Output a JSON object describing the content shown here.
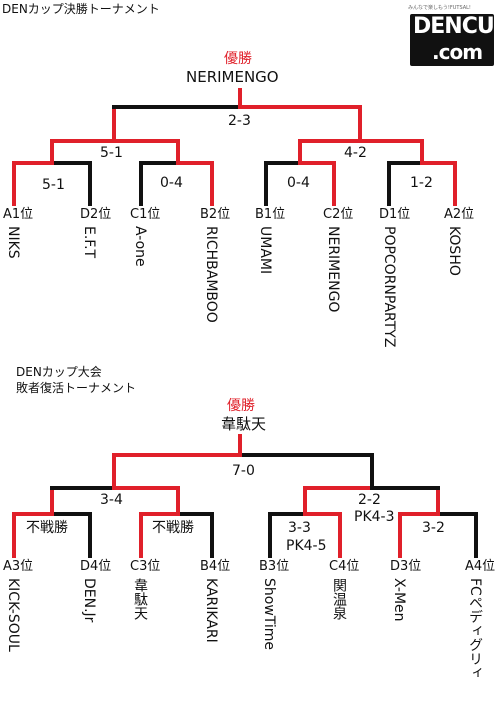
{
  "header": {
    "title": "DENカップ決勝トーナメント",
    "logo_tagline": "みんなで楽しもう!FUTSAL!",
    "logo_line1": "DENCUP",
    "logo_line2": ".com"
  },
  "final_bracket": {
    "winner_label": "優勝",
    "champion": "NERIMENGO",
    "scores": {
      "final": "2-3",
      "semi_left": "5-1",
      "semi_right": "4-2",
      "qf1": "5-1",
      "qf2": "0-4",
      "qf3": "0-4",
      "qf4": "1-2"
    },
    "teams": [
      {
        "seed": "A1位",
        "name": "NIKS"
      },
      {
        "seed": "D2位",
        "name": "E.F.T"
      },
      {
        "seed": "C1位",
        "name": "A-one"
      },
      {
        "seed": "B2位",
        "name": "RICHBAMBOO"
      },
      {
        "seed": "B1位",
        "name": "UMAMI"
      },
      {
        "seed": "C2位",
        "name": "NERIMENGO"
      },
      {
        "seed": "D1位",
        "name": "POPCORNPARTYZ"
      },
      {
        "seed": "A2位",
        "name": "KOSHO"
      }
    ]
  },
  "consolation_bracket": {
    "title_line1": "DENカップ大会",
    "title_line2": "敗者復活トーナメント",
    "winner_label": "優勝",
    "champion": "韋駄天",
    "scores": {
      "final": "7-0",
      "semi_left": "3-4",
      "semi_right": "2-2",
      "semi_right_pk": "PK4-3",
      "qf1": "不戦勝",
      "qf2": "不戦勝",
      "qf3": "3-3",
      "qf3_pk": "PK4-5",
      "qf4": "3-2"
    },
    "teams": [
      {
        "seed": "A3位",
        "name": "KICK-SOUL"
      },
      {
        "seed": "D4位",
        "name": "DEN.Jr"
      },
      {
        "seed": "C3位",
        "name": "韋駄天"
      },
      {
        "seed": "B4位",
        "name": "KARIKARI"
      },
      {
        "seed": "B3位",
        "name": "ShowTime"
      },
      {
        "seed": "C4位",
        "name": "関温泉"
      },
      {
        "seed": "D3位",
        "name": "X-Men"
      },
      {
        "seed": "A4位",
        "name": "FCペディグリィ"
      }
    ]
  },
  "colors": {
    "winner_path": "#e0202a",
    "loser_path": "#111111"
  }
}
